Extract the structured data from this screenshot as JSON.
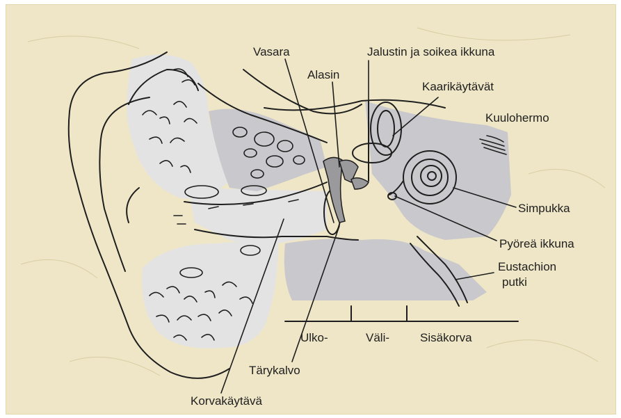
{
  "labels": {
    "vasara": "Vasara",
    "jalustin": "Jalustin ja soikea ikkuna",
    "alasin": "Alasin",
    "kaarikaytavat": "Kaarikäytävät",
    "kuulohermo": "Kuulohermo",
    "simpukka": "Simpukka",
    "pyorea_ikkuna": "Pyöreä ikkuna",
    "eustachion_1": "Eustachion",
    "eustachion_2": "putki",
    "tarykalvo": "Tärykalvo",
    "korvakaytava": "Korvakäytävä"
  },
  "sections": {
    "ulko": "Ulko-",
    "vali": "Väli-",
    "sisakorva": "Sisäkorva"
  },
  "colors": {
    "background": "#eee6c6",
    "outer_tissue": "#e4e3e3",
    "bone": "#c9c8cc",
    "ossicles": "#9a999c",
    "ink": "#1e1e1e"
  }
}
